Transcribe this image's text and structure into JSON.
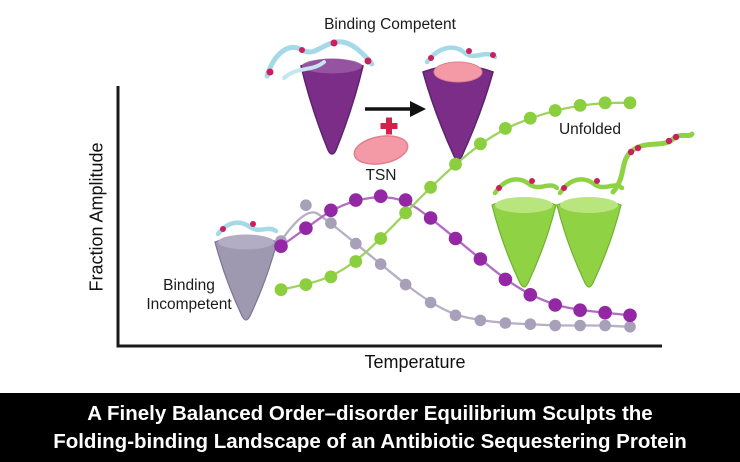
{
  "banner": {
    "line1": "A Finely Balanced Order–disorder Equilibrium Sculpts the",
    "line2": "Folding-binding Landscape of an Antibiotic Sequestering Protein",
    "bg_color": "#000000",
    "text_color": "#ffffff"
  },
  "annotations": {
    "binding_competent": "Binding Competent",
    "binding_incompetent_line1": "Binding",
    "binding_incompetent_line2": "Incompetent",
    "tsn": "TSN",
    "unfolded": "Unfolded"
  },
  "palette": {
    "competent_funnel": "#7b2d88",
    "incompetent_funnel": "#9e98b0",
    "unfolded_funnel": "#8fd244",
    "disordered_loop": "#a6d9e8",
    "antibiotic_tsn": "#f49aa6",
    "accent_red_plus": "#d6204c",
    "axis_color": "#1a1a1a"
  },
  "chart_data": {
    "type": "scatter",
    "title": "",
    "xlabel": "Temperature",
    "ylabel": "Fraction Amplitude",
    "ylim": [
      0,
      1
    ],
    "grid": false,
    "legend": "none (labels drawn as annotations)",
    "x": [
      1,
      2,
      3,
      4,
      5,
      6,
      7,
      8,
      9,
      10,
      11,
      12,
      13,
      14,
      15
    ],
    "series": [
      {
        "name": "Binding Incompetent",
        "slug": "binding-incompetent",
        "color": "#a7a0b8",
        "line_color": "#b6afc6",
        "marker_radius": 5.8,
        "values": [
          0.41,
          0.55,
          0.48,
          0.4,
          0.32,
          0.24,
          0.17,
          0.12,
          0.1,
          0.09,
          0.085,
          0.08,
          0.08,
          0.08,
          0.075
        ]
      },
      {
        "name": "Binding Competent",
        "slug": "binding-competent",
        "color": "#9327a4",
        "line_color": "#b46cc2",
        "marker_radius": 6.8,
        "values": [
          0.39,
          0.46,
          0.53,
          0.57,
          0.585,
          0.57,
          0.5,
          0.42,
          0.34,
          0.26,
          0.2,
          0.16,
          0.14,
          0.13,
          0.12
        ]
      },
      {
        "name": "Unfolded",
        "slug": "unfolded",
        "color": "#8ccf3e",
        "line_color": "#9ed45e",
        "marker_radius": 6.4,
        "values": [
          0.22,
          0.24,
          0.27,
          0.33,
          0.42,
          0.52,
          0.62,
          0.71,
          0.79,
          0.85,
          0.89,
          0.92,
          0.94,
          0.95,
          0.95
        ]
      }
    ]
  }
}
